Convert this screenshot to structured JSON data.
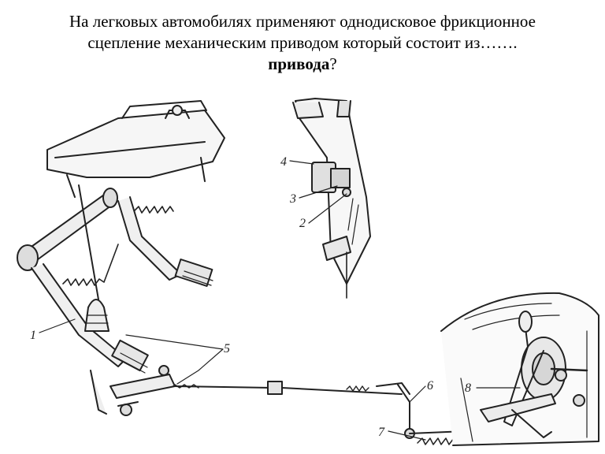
{
  "question": {
    "line1": "На легковых автомобилях применяют однодисковое фрикционное",
    "line2": "сцепление механическим приводом который состоит из…….",
    "answer_bold": "привода",
    "answer_tail": "?"
  },
  "diagram": {
    "callouts": [
      "1",
      "2",
      "3",
      "4",
      "5",
      "6",
      "7",
      "8"
    ]
  }
}
